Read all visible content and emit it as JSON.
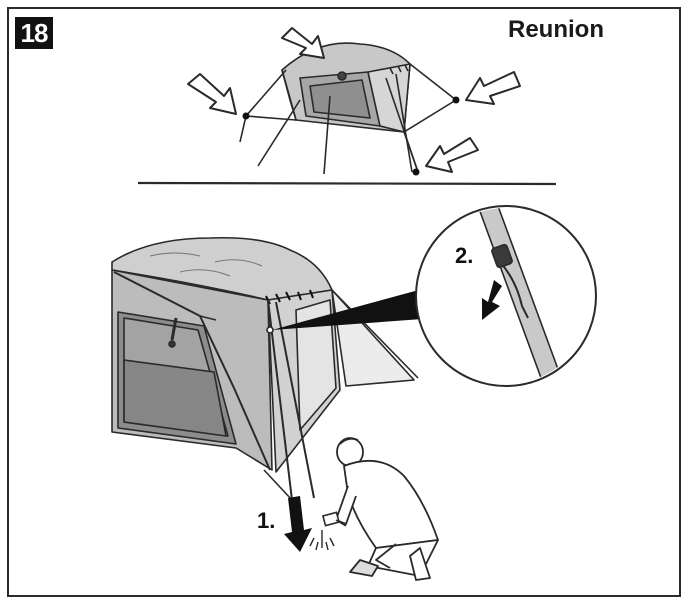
{
  "step": {
    "number": "18"
  },
  "header": {
    "title": "Reunion"
  },
  "callouts": {
    "step1_label": "1.",
    "step2_label": "2."
  },
  "colors": {
    "line": "#2a2a2a",
    "tent_light": "#dcdcdc",
    "tent_mid": "#b9b9b9",
    "tent_dark": "#8f8f8f",
    "background": "#ffffff"
  },
  "icons": [
    "arrow-outline-icon",
    "arrow-solid-icon",
    "hammer-icon",
    "stake-icon"
  ]
}
